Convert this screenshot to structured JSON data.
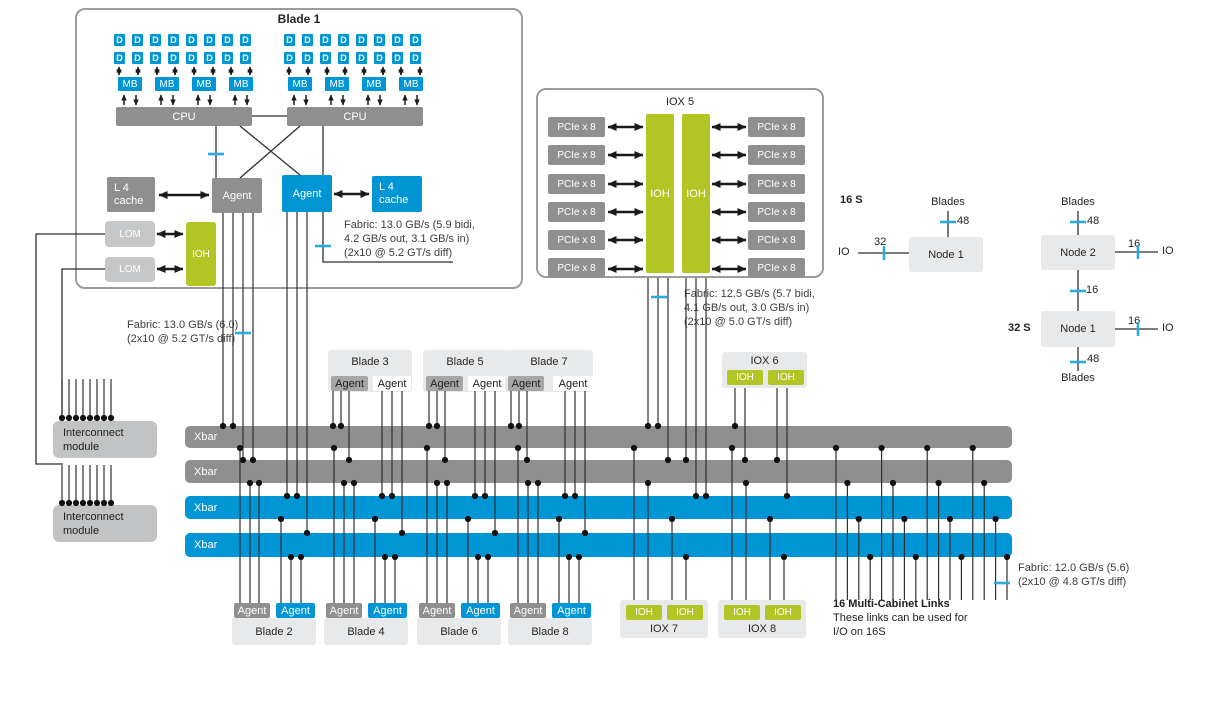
{
  "labels": {
    "d": "D",
    "mb": "MB",
    "cpu": "CPU",
    "agent": "Agent",
    "ioh": "IOH",
    "lom": "LOM",
    "l4_line1": "L 4",
    "l4_line2": "cache",
    "pcie": "PCIe x 8"
  },
  "blade1": {
    "title": "Blade 1",
    "fabric_note": [
      "Fabric: 13.0 GB/s (5.9 bidi,",
      "4.2 GB/s out, 3.1 GB/s in)",
      "(2x10 @ 5.2 GT/s diff)"
    ]
  },
  "left_fabric_note": [
    "Fabric: 13.0 GB/s (6.0)",
    "(2x10 @ 5.2 GT/s diff)"
  ],
  "iox5": {
    "title": "IOX 5",
    "fabric_note": [
      "Fabric: 12.5 GB/s (5.7 bidi,",
      "4.1 GB/s out, 3.0 GB/s in)",
      "(2x10 @ 5.0 GT/s diff)"
    ]
  },
  "bottom_fabric_note": [
    "Fabric: 12.0 GB/s (5.6)",
    "(2x10 @ 4.8 GT/s diff)"
  ],
  "interconnect": {
    "line1": "Interconnect",
    "line2": "module"
  },
  "top_blades": [
    {
      "title": "Blade 3"
    },
    {
      "title": "Blade 5"
    },
    {
      "title": "Blade 7"
    }
  ],
  "bottom_blades": [
    {
      "title": "Blade 2"
    },
    {
      "title": "Blade 4"
    },
    {
      "title": "Blade 6"
    },
    {
      "title": "Blade 8"
    }
  ],
  "iox6": {
    "title": "IOX 6"
  },
  "iox7": {
    "title": "IOX 7"
  },
  "iox8": {
    "title": "IOX 8"
  },
  "xbars": [
    {
      "label": "Xbar"
    },
    {
      "label": "Xbar"
    },
    {
      "label": "Xbar"
    },
    {
      "label": "Xbar"
    }
  ],
  "multi_cabinet": {
    "title": "16 Multi-Cabinet Links",
    "line1": "These links can be used for",
    "line2": "I/O on 16S"
  },
  "topology_16s": {
    "label": "16 S",
    "blades": "Blades",
    "io": "IO",
    "node": "Node 1",
    "blades_count": "48",
    "io_count": "32"
  },
  "topology_32s": {
    "label": "32 S",
    "blades_top": "Blades",
    "blades_bottom": "Blades",
    "node_top": "Node 2",
    "node_bottom": "Node 1",
    "io_top": "IO",
    "io_bottom": "IO",
    "counts": {
      "blades_top": "48",
      "io_top": "16",
      "inter": "16",
      "io_bottom": "16",
      "blades_bottom": "48"
    }
  },
  "colors": {
    "blue": "#0096d6",
    "gray": "#8f8f8f",
    "green": "#b2c525",
    "light_gray": "#e8e9ea",
    "tick_blue": "#29abe2"
  }
}
